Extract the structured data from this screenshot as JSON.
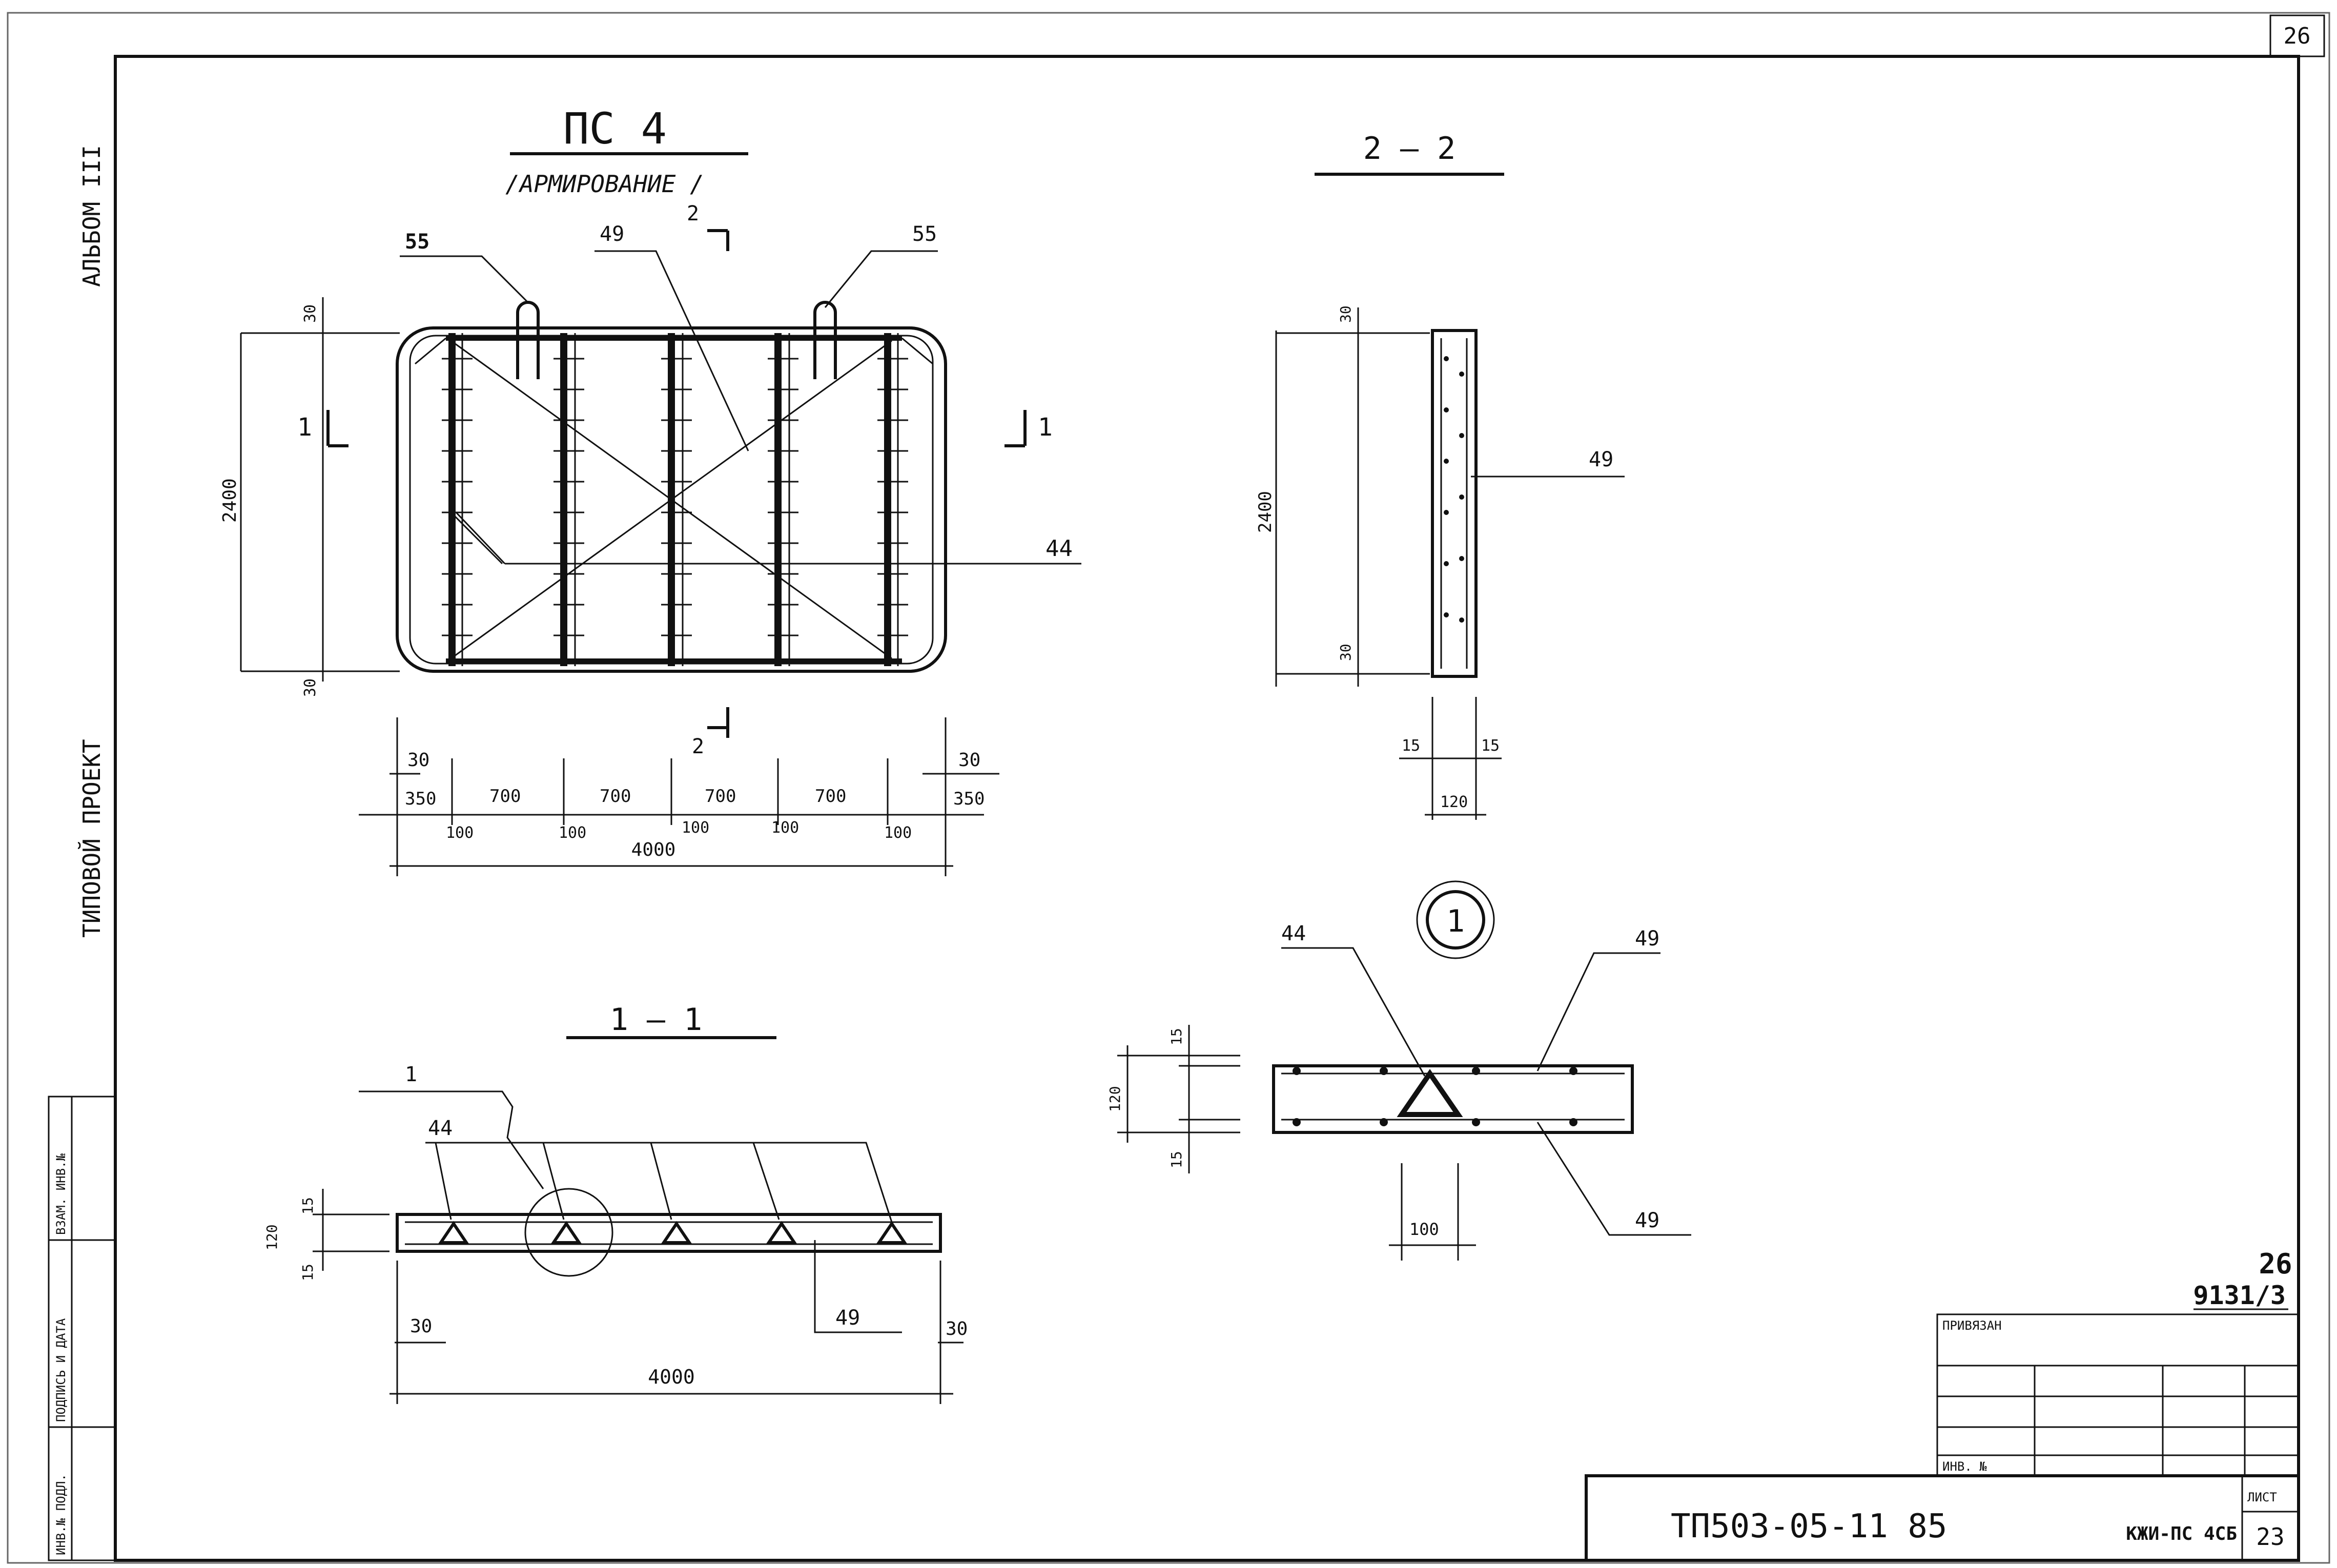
{
  "sheet": {
    "corner_number": "26",
    "album": "АЛЬБОМ III",
    "project_type": "ТИПОВОЙ ПРОЕКТ",
    "stamp_cells": [
      "ИНВ.№ ПОДЛ.",
      "ПОДПИСЬ И ДАТА",
      "ВЗАМ. ИНВ.№"
    ]
  },
  "plan": {
    "title": "ПС 4",
    "subtitle": "/АРМИРОВАНИЕ /",
    "callout_left": "55",
    "callout_mid": "49",
    "callout_right": "55",
    "callout_44": "44",
    "section2_top": "2",
    "section2_bottom": "2",
    "section1_left": "1",
    "section1_right": "1",
    "dim_height": "2400",
    "dim_top": "30",
    "dim_bottom": "30",
    "dim_left_30": "30",
    "dim_right_30": "30",
    "dim_350_left": "350",
    "dim_350_right": "350",
    "dim_700": [
      "700",
      "700",
      "700",
      "700"
    ],
    "dim_100": [
      "100",
      "100",
      "100",
      "100",
      "100"
    ],
    "dim_total": "4000"
  },
  "section22": {
    "title": "2 — 2",
    "dim_height": "2400",
    "dim_top": "30",
    "dim_bottom": "30",
    "callout": "49",
    "dim_15_left": "15",
    "dim_15_right": "15",
    "dim_width": "120"
  },
  "section11": {
    "title": "1 — 1",
    "callout_1": "1",
    "callout_44": "44",
    "callout_49": "49",
    "dim_15": "15",
    "dim_120": "120",
    "dim_15b": "15",
    "dim_30_left": "30",
    "dim_30_right": "30",
    "dim_total": "4000"
  },
  "detail1": {
    "marker": "1",
    "callout_44": "44",
    "callout_49_top": "49",
    "callout_49_bottom": "49",
    "dim_15_top": "15",
    "dim_120": "120",
    "dim_15_bottom": "15",
    "dim_100": "100"
  },
  "titleblock": {
    "sheet_code_top": "26",
    "sheet_code_bottom": "9131/3",
    "privyazan": "ПРИВЯЗАН",
    "inv": "ИНВ. №",
    "project_code": "ТП503-05-11 85",
    "mark": "КЖИ-ПС 4СБ",
    "list_label": "ЛИСТ",
    "list_number": "23"
  }
}
